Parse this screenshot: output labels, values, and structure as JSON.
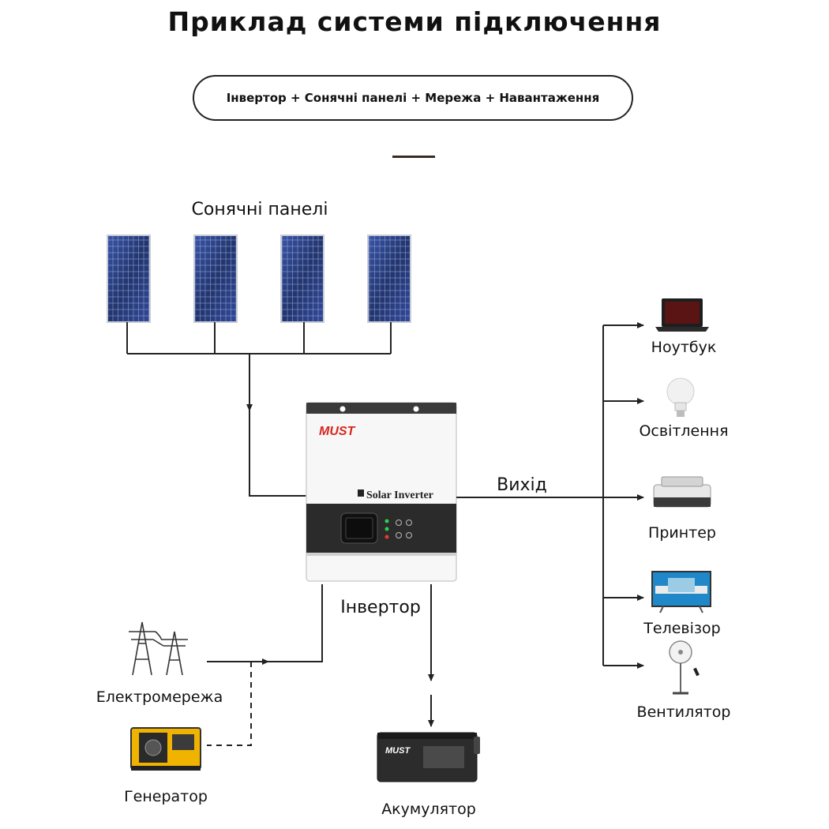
{
  "title": "Приклад системи підключення",
  "subtitle": "Інвертор + Сонячні панелі + Мережа + Навантаження",
  "labels": {
    "solar_panels": "Сонячні панелі",
    "inverter": "Інвертор",
    "output": "Вихід",
    "grid": "Електромережа",
    "generator": "Генератор",
    "battery": "Акумулятор"
  },
  "inverter_device": {
    "brand": "MUST",
    "model_label": "Solar Inverter"
  },
  "battery_device": {
    "brand": "MUST"
  },
  "loads": [
    "Ноутбук",
    "Освітлення",
    "Принтер",
    "Телевізор",
    "Вентилятор"
  ],
  "colors": {
    "line": "#222222",
    "panel": "#2b3d7a",
    "accent_red": "#d7261f",
    "generator_yellow": "#f0b400"
  }
}
